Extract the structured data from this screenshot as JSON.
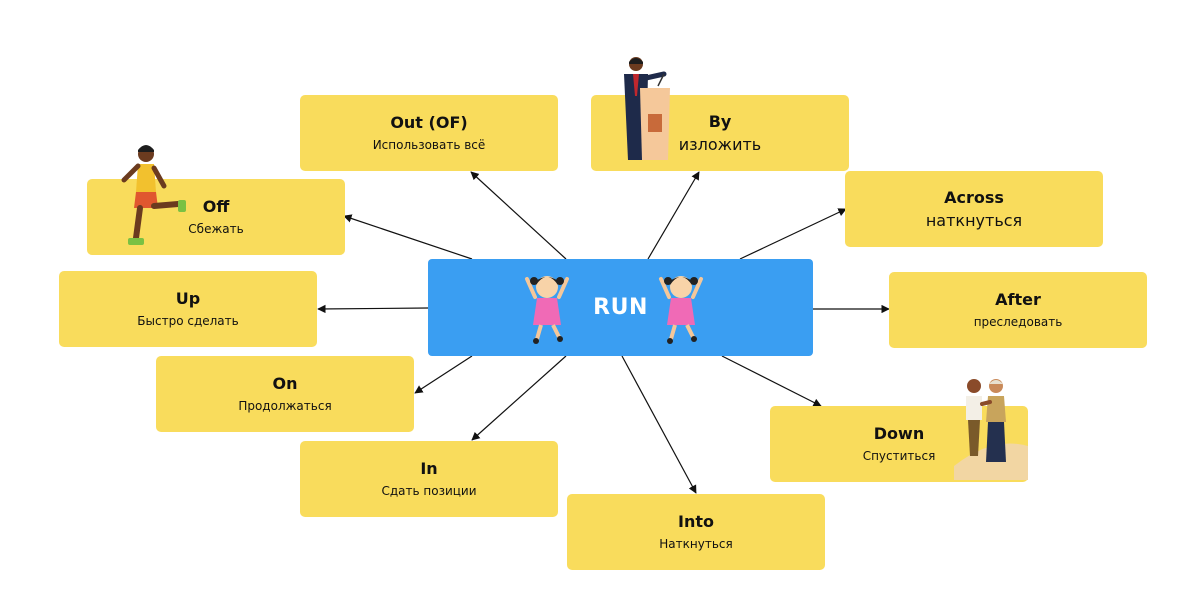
{
  "center": {
    "label": "RUN"
  },
  "nodes": {
    "out_of": {
      "title": "Out (OF)",
      "subtitle": "Использовать всё"
    },
    "by": {
      "title": "By",
      "subtitle": "изложить"
    },
    "across": {
      "title": "Across",
      "subtitle": "наткнуться"
    },
    "off": {
      "title": "Off",
      "subtitle": "Сбежать"
    },
    "up": {
      "title": "Up",
      "subtitle": "Быстро сделать"
    },
    "after": {
      "title": "After",
      "subtitle": "преследовать"
    },
    "on": {
      "title": "On",
      "subtitle": "Продолжаться"
    },
    "down": {
      "title": "Down",
      "subtitle": "Спуститься"
    },
    "in": {
      "title": "In",
      "subtitle": "Сдать позиции"
    },
    "into": {
      "title": "Into",
      "subtitle": "Наткнуться"
    }
  },
  "colors": {
    "center": "#3a9ef2",
    "node": "#f9dc5c",
    "arrow": "#111111"
  },
  "icons": [
    "runner-illustration",
    "speaker-at-podium-illustration",
    "walking-couple-illustration",
    "jumping-girl-icon"
  ]
}
